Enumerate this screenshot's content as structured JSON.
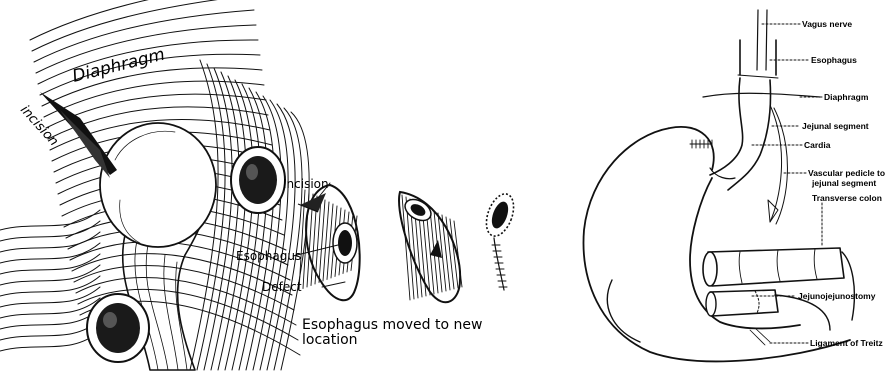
{
  "left_panel": {
    "diaphragm_label": "Diaphragm",
    "incision_label": "incision"
  },
  "middle_panel": {
    "incision_label": "Incision",
    "esophagus_label": "Esophagus",
    "defect_label": "Defect",
    "caption_line1": "Esophagus moved to new",
    "caption_line2": "location"
  },
  "right_panel": {
    "labels": {
      "vagus": "Vagus nerve",
      "esophagus": "Esophagus",
      "diaphragm": "Diaphragm",
      "jejunal_segment": "Jejunal segment",
      "cardia": "Cardia",
      "pedicle_line1": "Vascular pedicle to",
      "pedicle_line2": "jejunal segment",
      "transverse_colon": "Transverse colon",
      "jejunojejunostomy": "Jejunojejunostomy",
      "treitz": "Ligament of Treitz"
    }
  }
}
